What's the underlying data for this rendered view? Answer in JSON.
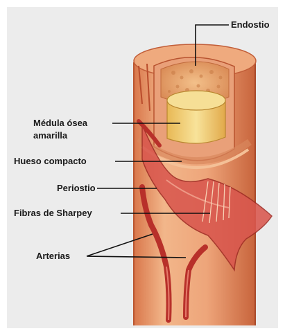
{
  "labels": {
    "endostio": "Endostio",
    "medula_line1": "Médula ósea",
    "medula_line2": "amarilla",
    "hueso_compacto": "Hueso compacto",
    "periostio": "Periostio",
    "fibras": "Fibras de Sharpey",
    "arterias": "Arterias"
  },
  "colors": {
    "background": "#ececec",
    "bone_light": "#f0b98e",
    "bone_mid": "#e6956c",
    "bone_dark": "#c9653e",
    "marrow": "#f2d27a",
    "artery": "#b8302a",
    "periosteum": "#d9574e",
    "endosteum": "#e8a06a"
  }
}
